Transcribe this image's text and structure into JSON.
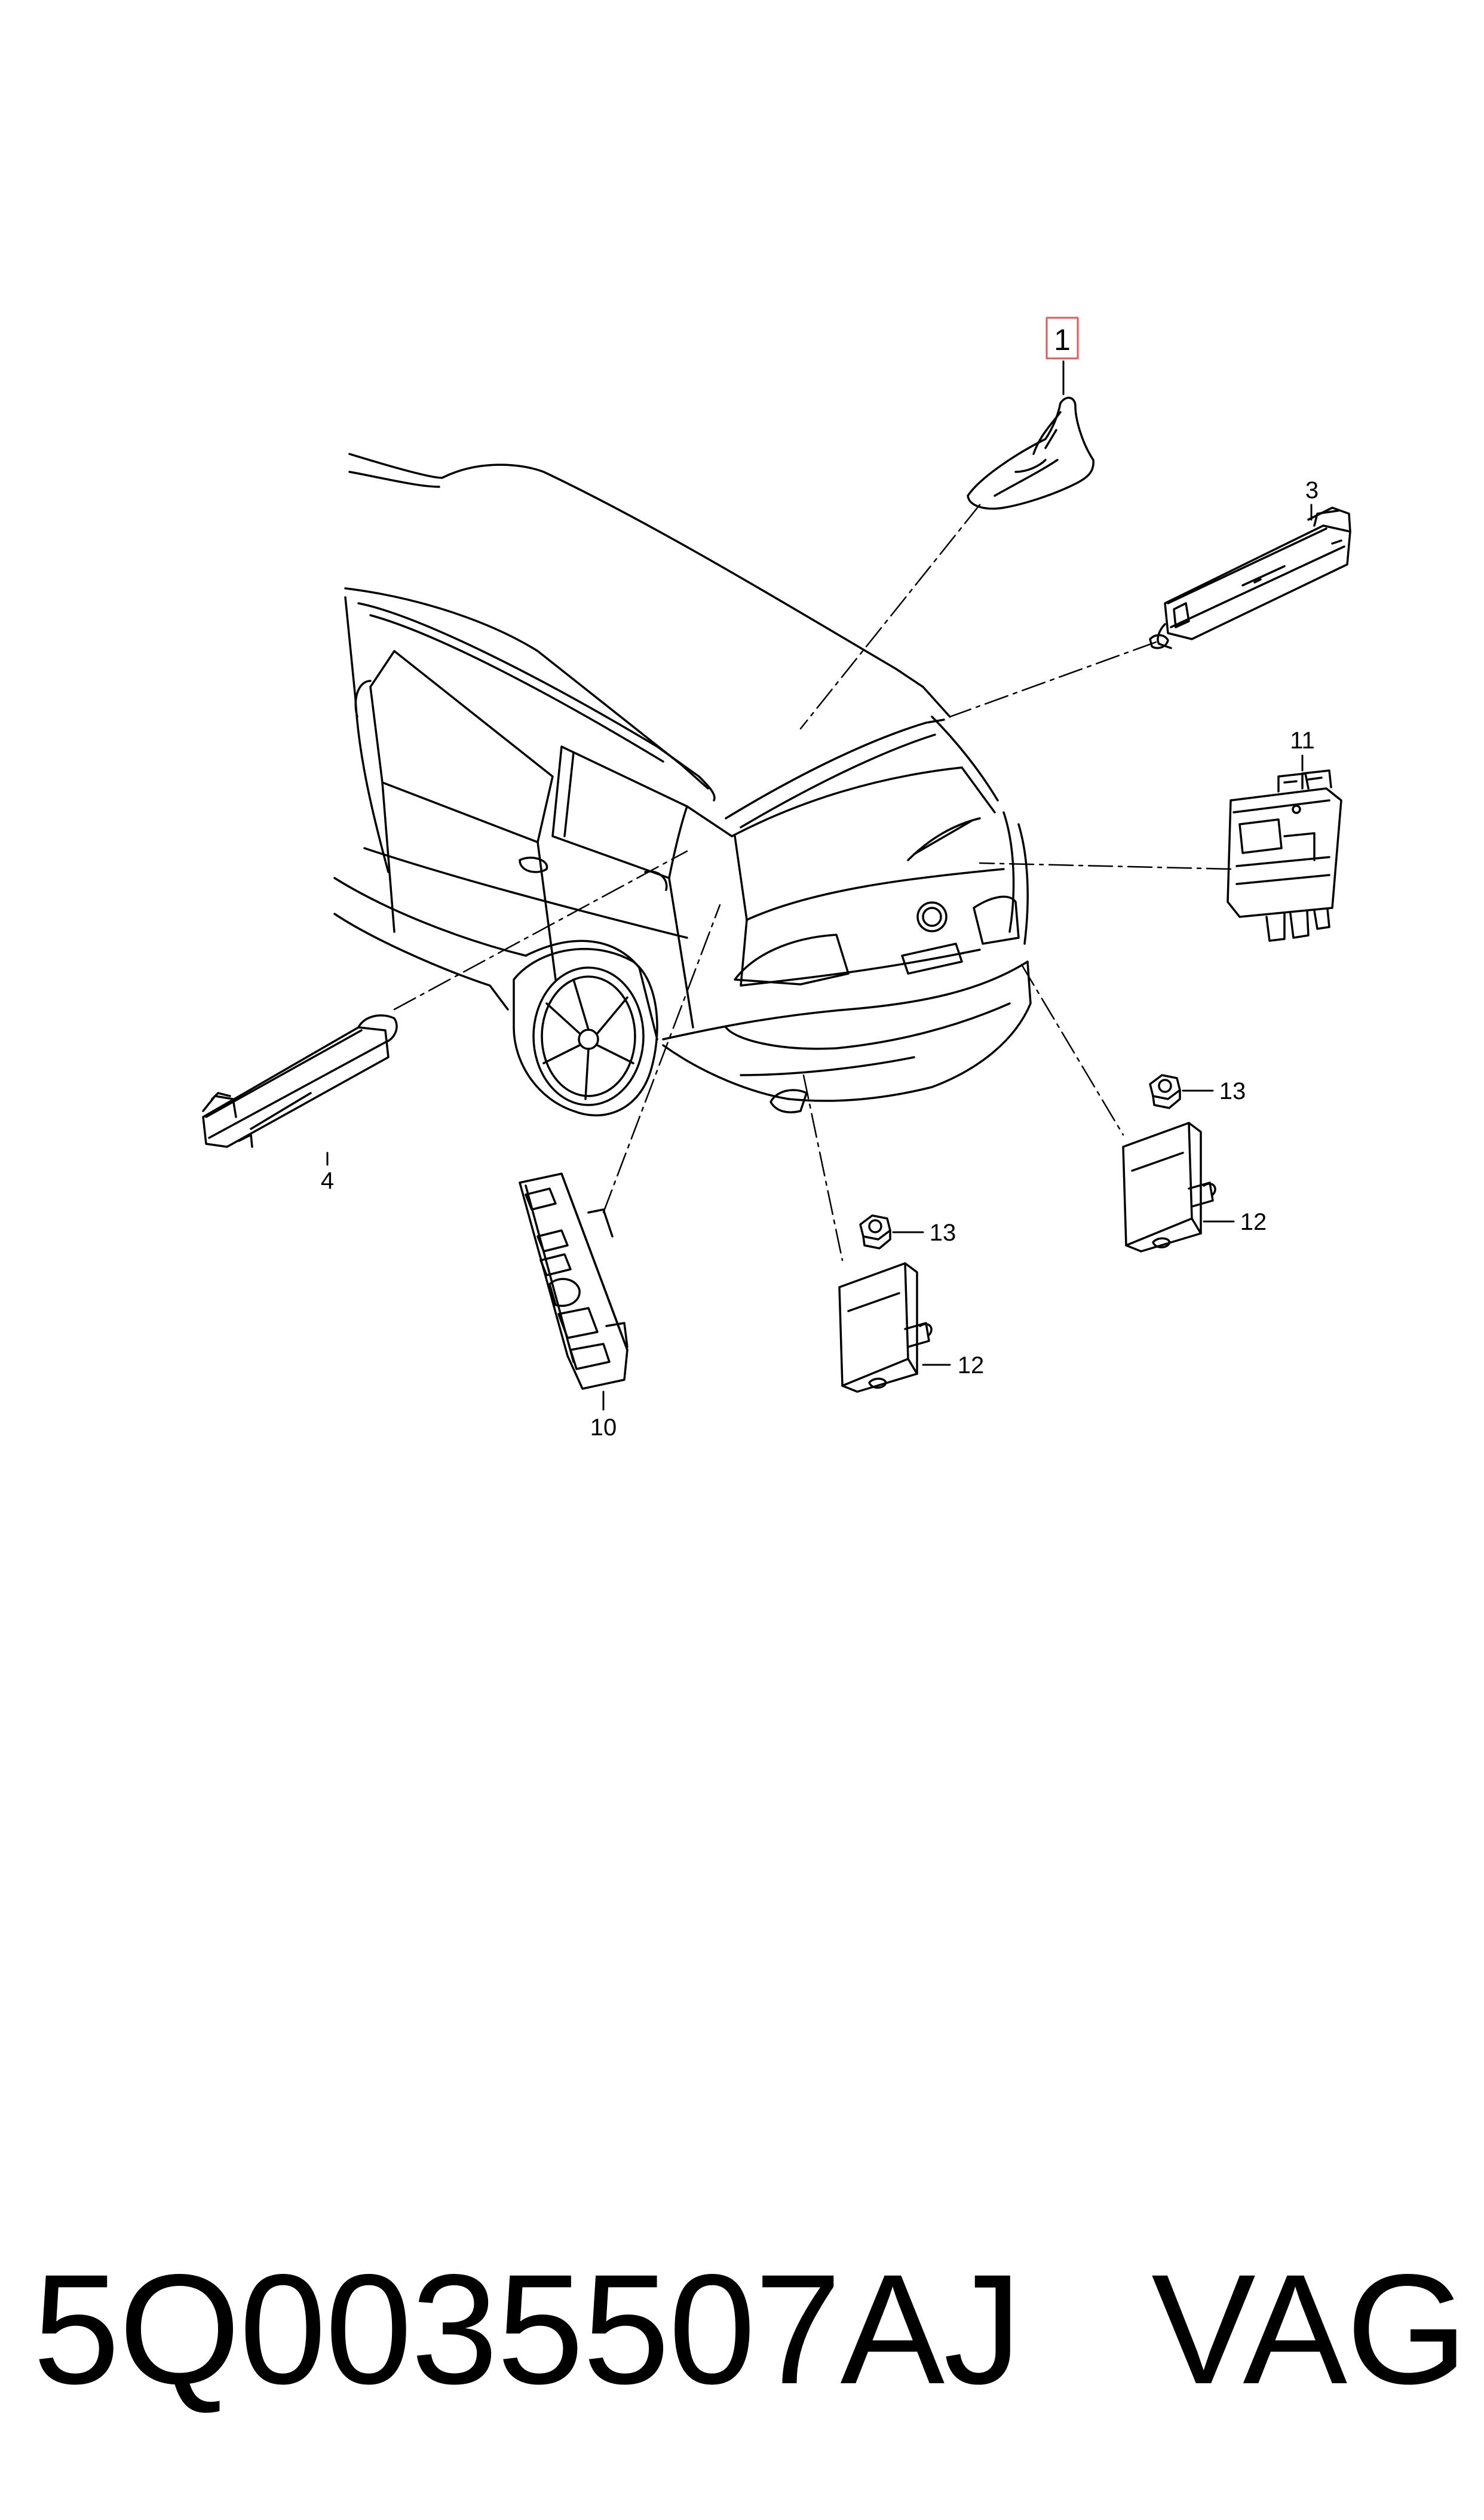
{
  "diagram": {
    "callouts": [
      {
        "id": "c1",
        "label": "1",
        "highlighted": true
      },
      {
        "id": "c3",
        "label": "3"
      },
      {
        "id": "c4",
        "label": "4"
      },
      {
        "id": "c10",
        "label": "10"
      },
      {
        "id": "c11",
        "label": "11"
      },
      {
        "id": "c12a",
        "label": "12"
      },
      {
        "id": "c12b",
        "label": "12"
      },
      {
        "id": "c13a",
        "label": "13"
      },
      {
        "id": "c13b",
        "label": "13"
      }
    ],
    "highlight_color": "#e05a5a",
    "line_color": "#000000"
  },
  "footer": {
    "part_number": "5Q0035507AJ",
    "brand": "VAG"
  }
}
